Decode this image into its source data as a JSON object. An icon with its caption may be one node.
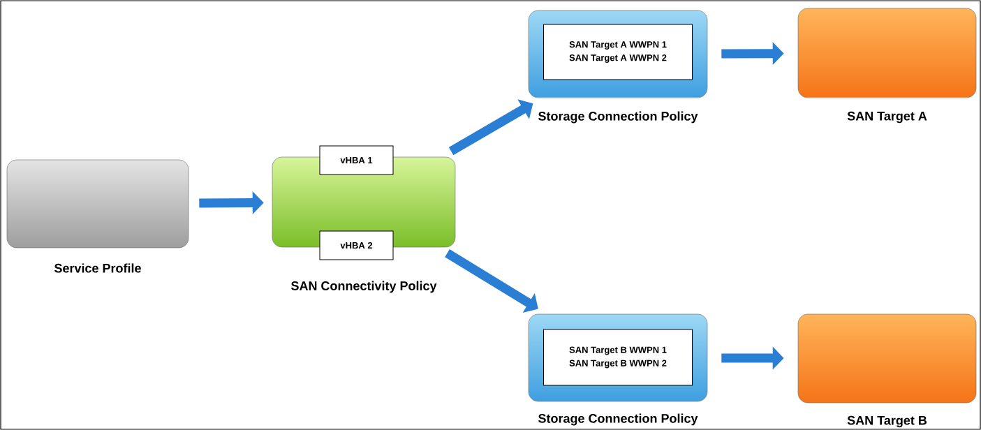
{
  "diagram": {
    "nodes": [
      {
        "text": [
          "Service Profile"
        ]
      },
      {
        "text": [
          "SAN Connectivity Policy"
        ]
      },
      {
        "text": [
          "vHBA 1"
        ]
      },
      {
        "text": [
          "vHBA 2"
        ]
      },
      {
        "text": [
          "Storage Connection Policy"
        ]
      },
      {
        "text": [
          "SAN Target A WWPN 1",
          "SAN Target A WWPN 2"
        ],
        "in": 4
      },
      {
        "text": [
          "SAN Target A"
        ]
      },
      {
        "text": [
          "Storage Connection Policy"
        ]
      },
      {
        "text": [
          "SAN Target B WWPN 1",
          "SAN Target B WWPN 2"
        ],
        "in": 7
      },
      {
        "text": [
          "SAN Target B"
        ]
      }
    ],
    "edges": [
      {
        "from": 0,
        "to": 1,
        "arrow": "to"
      },
      {
        "from": 1,
        "to": 4,
        "arrow": "to"
      },
      {
        "from": 1,
        "to": 7,
        "arrow": "to"
      },
      {
        "from": 4,
        "to": 6,
        "arrow": "to"
      },
      {
        "from": 7,
        "to": 9,
        "arrow": "to"
      }
    ]
  }
}
